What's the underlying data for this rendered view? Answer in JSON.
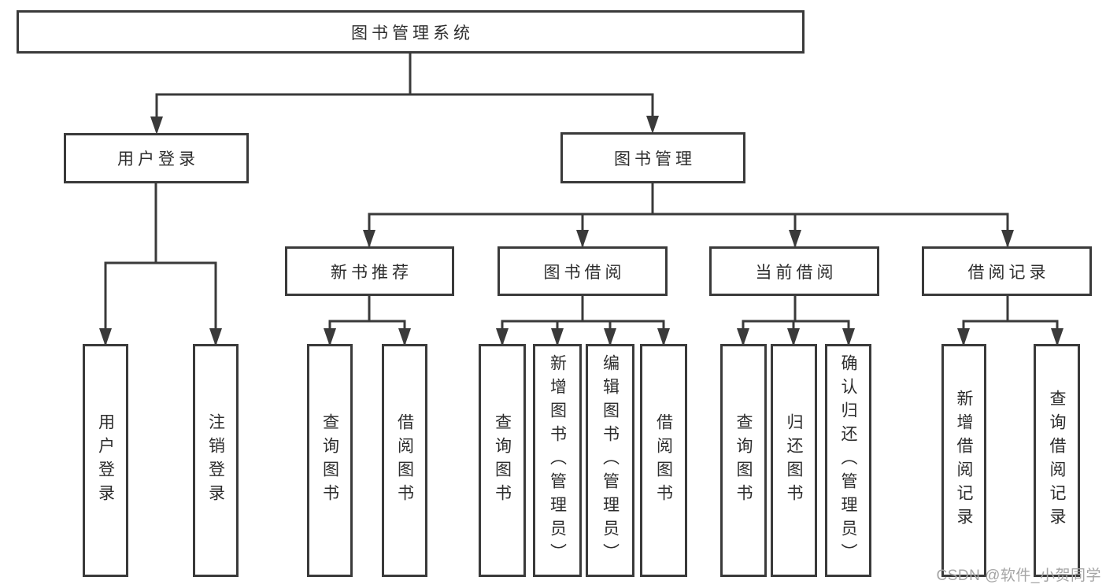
{
  "diagram": {
    "root": {
      "label": "图书管理系统"
    },
    "branches": [
      {
        "label": "用户登录",
        "children": [
          {
            "label": "用户登录"
          },
          {
            "label": "注销登录"
          }
        ]
      },
      {
        "label": "图书管理",
        "children": [
          {
            "label": "新书推荐",
            "children": [
              {
                "label": "查询图书"
              },
              {
                "label": "借阅图书"
              }
            ]
          },
          {
            "label": "图书借阅",
            "children": [
              {
                "label": "查询图书"
              },
              {
                "label": "新增图书（管理员）"
              },
              {
                "label": "编辑图书（管理员）"
              },
              {
                "label": "借阅图书"
              }
            ]
          },
          {
            "label": "当前借阅",
            "children": [
              {
                "label": "查询图书"
              },
              {
                "label": "归还图书"
              },
              {
                "label": "确认归还（管理员）"
              }
            ]
          },
          {
            "label": "借阅记录",
            "children": [
              {
                "label": "新增借阅记录"
              },
              {
                "label": "查询借阅记录"
              }
            ]
          }
        ]
      }
    ]
  },
  "watermark": {
    "text": "CSDN @软件_小贺同学"
  },
  "colors": {
    "line": "#3a3a3a",
    "text": "#2d2d2d",
    "watermark": "#a5a5a5",
    "background": "#ffffff"
  }
}
